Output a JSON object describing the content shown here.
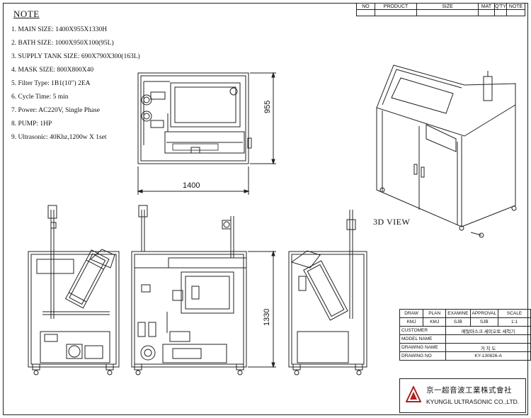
{
  "notes": {
    "title": "NOTE",
    "items": [
      "1. MAIN SIZE: 1400X955X1330H",
      "2. BATH SIZE: 1000X950X100(95L)",
      "3. SUPPLY TANK SIZE: 690X790X300(163L)",
      "4. MASK SIZE: 800X800X40",
      "5. Filter Type: 1B1(10\") 2EA",
      "6. Cycle Time: 5 min",
      "7. Power: AC220V, Single Phase",
      "8. PUMP: 1HP",
      "9. Ultrasonic: 40Khz,1200w X 1set"
    ]
  },
  "bom": {
    "headers": [
      "NO",
      "PRODUCT",
      "SIZE",
      "MAT",
      "Q'TY",
      "NOTE"
    ]
  },
  "dimensions": {
    "width": "1400",
    "depth": "955",
    "height": "1330"
  },
  "view_label": "3D VIEW",
  "title_block": {
    "draw_label": "DRAW",
    "plan_label": "PLAN",
    "examine_label": "EXAMINE",
    "approval_label": "APPROVAL",
    "scale_label": "SCALE",
    "draw": "KMJ",
    "plan": "KMJ",
    "examine": "SJB",
    "approval": "SJB",
    "scale": "1:1",
    "customer_label": "CUSTOMER",
    "customer": "메탈마스크 세미오토 세척기",
    "model_label": "MODEL NAME",
    "model": "",
    "drawing_name_label": "DRAWING NAME",
    "drawing_name": "거 치 도",
    "drawing_no_label": "DRAWING NO",
    "drawing_no": "KY-130826-A"
  },
  "company": {
    "name_cn": "京一超音波工業株式會社",
    "name_en": "KYUNGIL ULTRASONIC CO.,LTD."
  }
}
